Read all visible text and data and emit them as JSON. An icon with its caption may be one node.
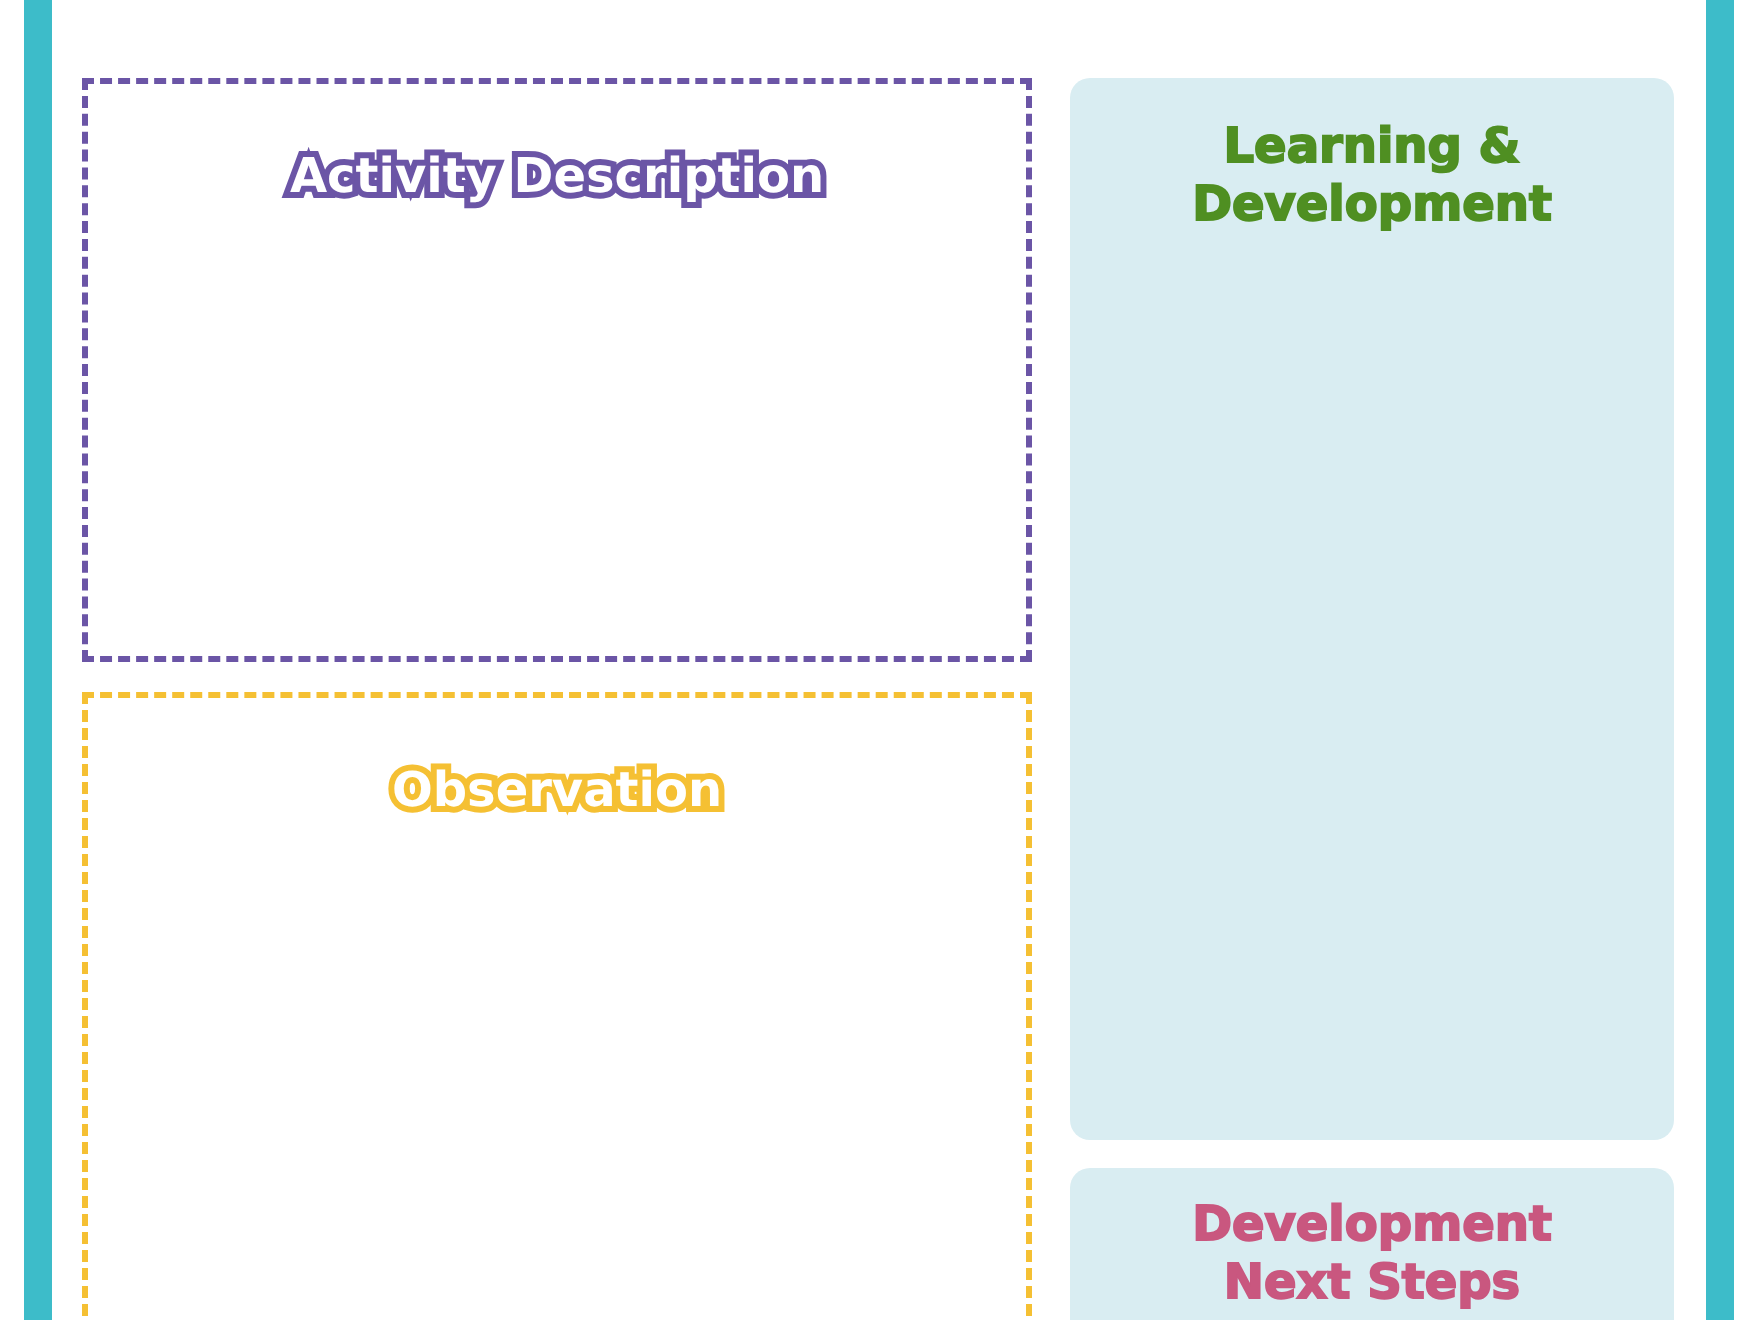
{
  "diagram": {
    "nodes": [
      {
        "text": [
          "Activity Description"
        ]
      },
      {
        "text": [
          "Learning & Development"
        ]
      },
      {
        "text": [
          "Observation"
        ]
      },
      {
        "text": [
          "Development Next Steps"
        ]
      }
    ]
  }
}
